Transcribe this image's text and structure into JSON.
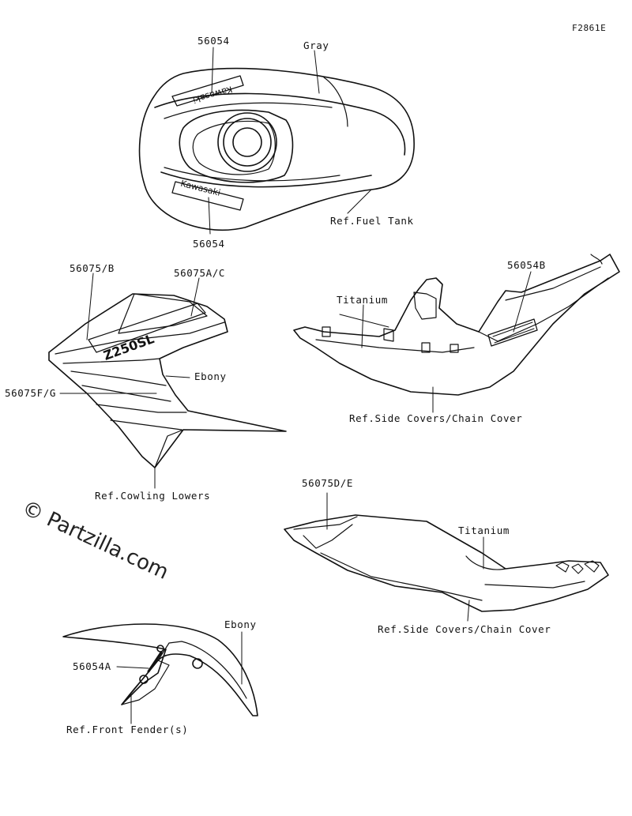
{
  "diagram": {
    "figure_code": "F2861E",
    "watermark": "© Partzilla.com",
    "parts": {
      "tank_top": {
        "code": "56054",
        "color": "Gray"
      },
      "tank_bottom": {
        "code": "56054"
      },
      "fuel_tank_ref": "Ref.Fuel Tank",
      "cowl_upper": {
        "code": "56075/B"
      },
      "cowl_upper2": {
        "code": "56075A/C"
      },
      "cowl_color": "Ebony",
      "cowl_lower": {
        "code": "56075F/G"
      },
      "cowling_ref": "Ref.Cowling Lowers",
      "side_upper_color": "Titanium",
      "side_upper_code": "56054B",
      "side_upper_ref": "Ref.Side Covers/Chain Cover",
      "side_lower_code": "56075D/E",
      "side_lower_color": "Titanium",
      "side_lower_ref": "Ref.Side Covers/Chain Cover",
      "fender_color": "Ebony",
      "fender_code": "56054A",
      "fender_ref": "Ref.Front Fender(s)"
    },
    "decal_text": {
      "brand": "Kawasaki",
      "model": "Z250SL"
    }
  }
}
